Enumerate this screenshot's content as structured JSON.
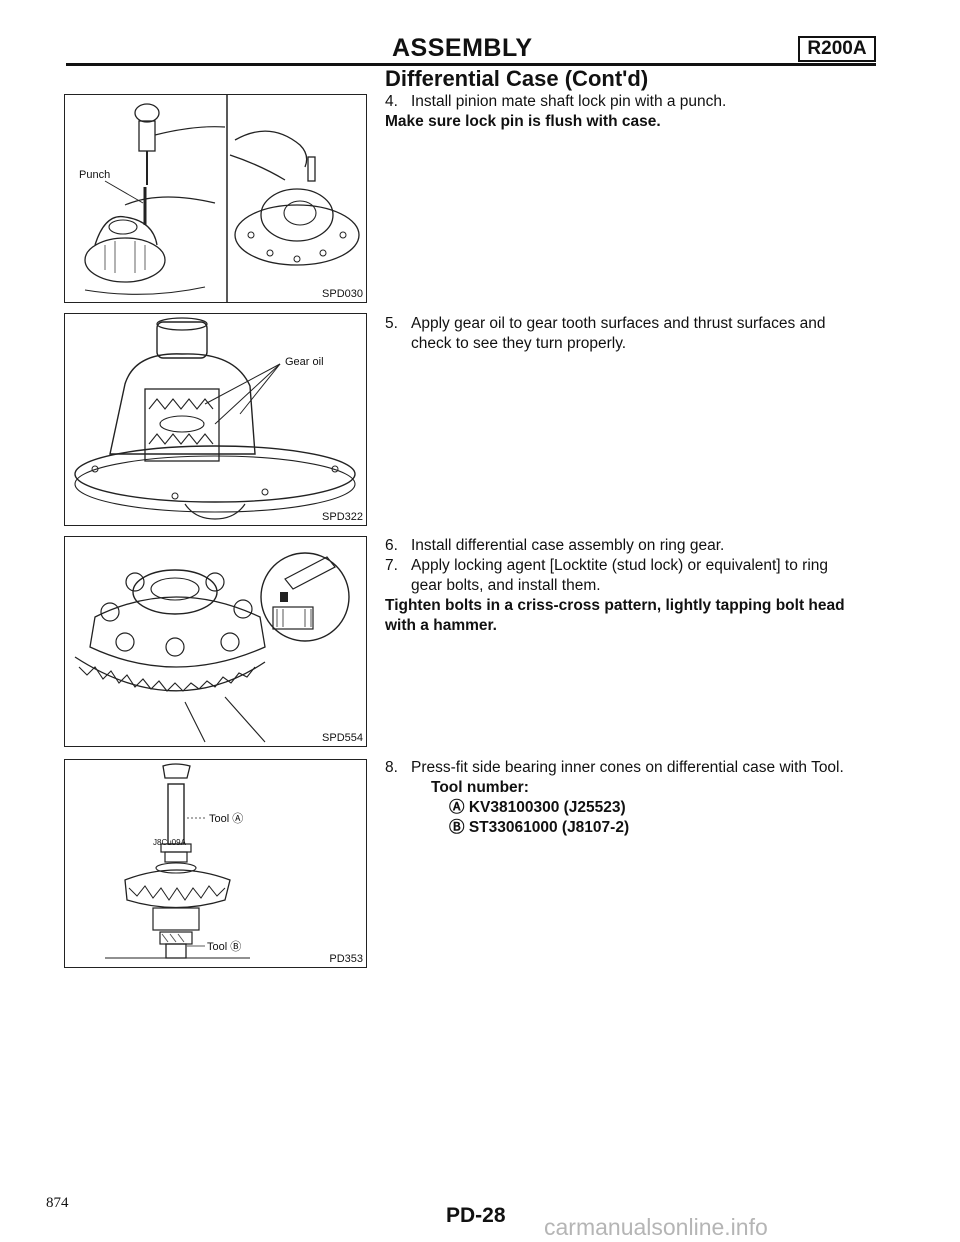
{
  "header": {
    "title": "ASSEMBLY",
    "model": "R200A"
  },
  "section_title": "Differential Case (Cont'd)",
  "steps": {
    "s4": {
      "num": "4.",
      "text": "Install pinion mate shaft lock pin with a punch.",
      "note": "Make sure lock pin is flush with case."
    },
    "s5": {
      "num": "5.",
      "line1": "Apply gear oil to gear tooth surfaces and thrust surfaces and",
      "line2": "check to see they turn properly."
    },
    "s6": {
      "num": "6.",
      "text": "Install differential case assembly on ring gear."
    },
    "s7": {
      "num": "7.",
      "line1": "Apply locking agent [Locktite (stud lock) or equivalent] to ring",
      "line2": "gear bolts, and install them.",
      "note_line1": "Tighten bolts in a criss-cross pattern, lightly tapping bolt head",
      "note_line2": "with a hammer."
    },
    "s8": {
      "num": "8.",
      "text": "Press-fit side bearing inner cones on differential case with Tool.",
      "tool_heading": "Tool number:",
      "tool_a_marker": "Ⓐ",
      "tool_a": "KV38100300 (J25523)",
      "tool_b_marker": "Ⓑ",
      "tool_b": "ST33061000 (J8107-2)"
    }
  },
  "figures": {
    "fig1": {
      "code": "SPD030",
      "label_punch": "Punch"
    },
    "fig2": {
      "code": "SPD322",
      "label_gear_oil": "Gear oil"
    },
    "fig3": {
      "code": "SPD554"
    },
    "fig4": {
      "code": "PD353",
      "label_tool_a": "Tool Ⓐ",
      "label_tool_b": "Tool Ⓑ",
      "stamp": "J8Cu09A"
    }
  },
  "footer": {
    "page_number": "874",
    "page_code": "PD-28",
    "watermark": "carmanualsonline.info"
  }
}
